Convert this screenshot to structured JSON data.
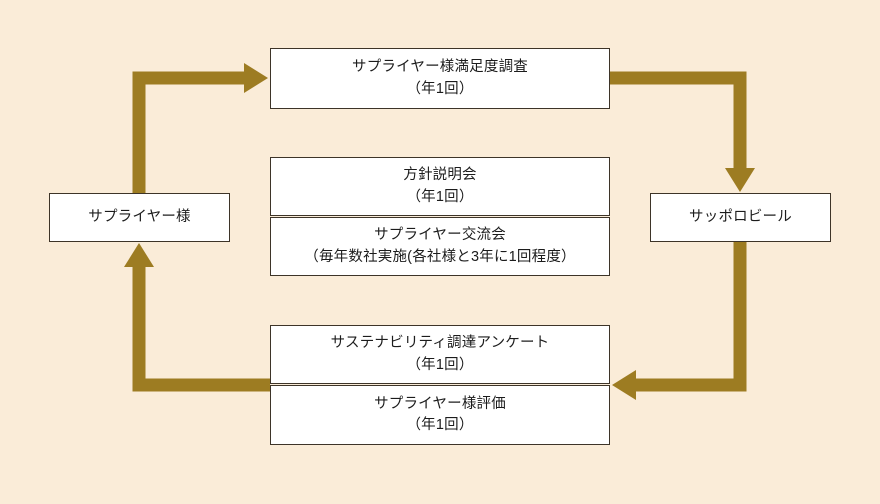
{
  "diagram": {
    "title": "Supplier engagement cycle diagram",
    "colors": {
      "background": "#faecd8",
      "arrow": "#9d7c22",
      "box_fill": "#ffffff",
      "box_border": "#3d3428",
      "text": "#1c1c1c"
    },
    "nodes": {
      "supplier": {
        "label": "サプライヤー様"
      },
      "sapporo": {
        "label": "サッポロビール"
      },
      "satisfaction_survey": {
        "line1": "サプライヤー様満足度調査",
        "line2": "（年1回）"
      },
      "policy_briefing": {
        "line1": "方針説明会",
        "line2": "（年1回）"
      },
      "supplier_exchange": {
        "line1": "サプライヤー交流会",
        "line2": "（毎年数社実施(各社様と3年に1回程度）"
      },
      "sustainability_survey": {
        "line1": "サステナビリティ調達アンケート",
        "line2": "（年1回）"
      },
      "supplier_evaluation": {
        "line1": "サプライヤー様評価",
        "line2": "（年1回）"
      }
    },
    "arrows": [
      {
        "name": "supplier-to-satisfaction-survey",
        "from": "supplier",
        "to": "satisfaction_survey",
        "direction": "right"
      },
      {
        "name": "satisfaction-survey-to-sapporo",
        "from": "satisfaction_survey",
        "to": "sapporo",
        "direction": "down"
      },
      {
        "name": "sapporo-to-evaluation",
        "from": "sapporo",
        "to": "supplier_evaluation",
        "direction": "left"
      },
      {
        "name": "evaluation-to-supplier",
        "from": "supplier_evaluation",
        "to": "supplier",
        "direction": "up"
      }
    ]
  }
}
